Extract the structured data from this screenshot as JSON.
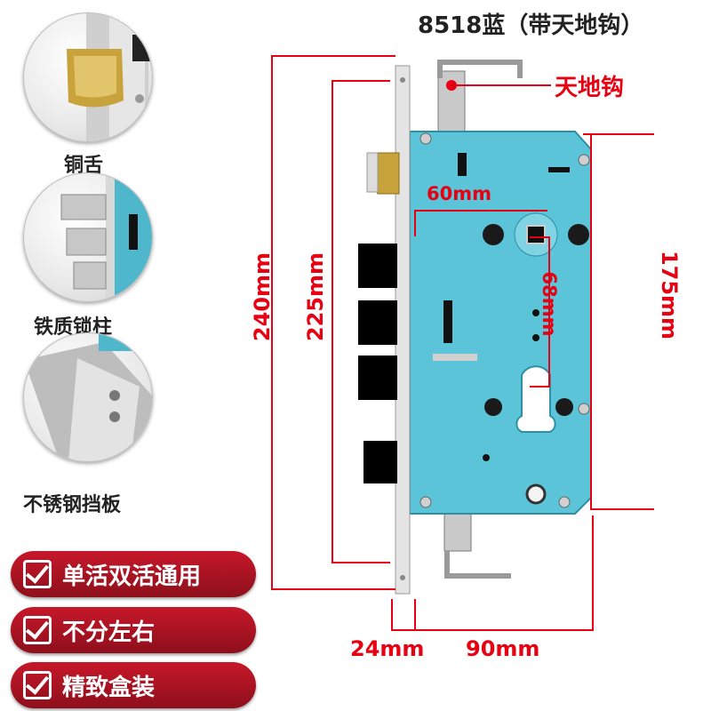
{
  "title": "8518蓝（带天地钩）",
  "features": [
    {
      "caption": "铜舌"
    },
    {
      "caption": "铁质锁柱"
    },
    {
      "caption": "不锈钢挡板"
    }
  ],
  "badges": [
    {
      "label": "单活双活通用"
    },
    {
      "label": "不分左右"
    },
    {
      "label": "精致盒装"
    }
  ],
  "dimensions": {
    "height_total": "240mm",
    "height_faceplate": "225mm",
    "backset": "60mm",
    "center_distance": "68mm",
    "case_height": "175mm",
    "faceplate_width": "24mm",
    "case_depth": "90mm",
    "rod_label": "天地钩"
  },
  "colors": {
    "lock_body": "#5bc4d8",
    "dimension_red": "#e60012",
    "badge_red": "#b01322"
  }
}
